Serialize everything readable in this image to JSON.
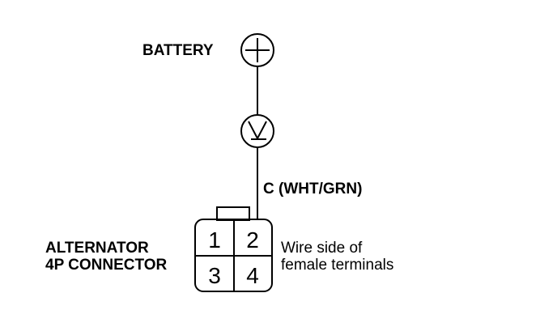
{
  "battery_label": "BATTERY",
  "wire_label": "C (WHT/GRN)",
  "connector_label": {
    "line1": "ALTERNATOR",
    "line2": "4P CONNECTOR"
  },
  "terminal_note": {
    "line1": "Wire side of",
    "line2": "female terminals"
  },
  "connector_pins": [
    "1",
    "2",
    "3",
    "4"
  ],
  "symbols": {
    "battery": "battery-positive-terminal-icon",
    "voltmeter": "voltmeter-icon"
  }
}
